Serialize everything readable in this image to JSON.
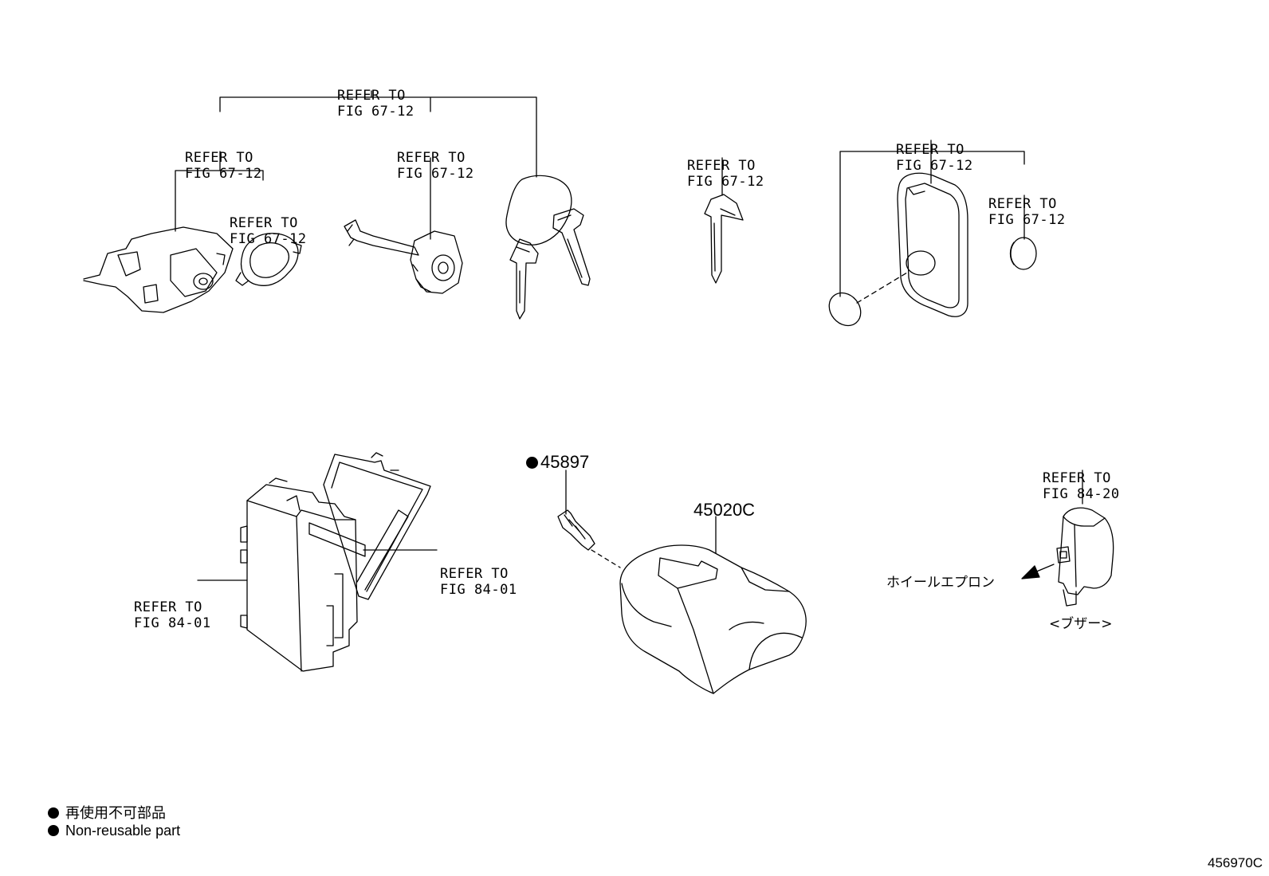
{
  "refs": {
    "r1": [
      "REFER TO",
      "FIG 67-12"
    ],
    "r2": [
      "REFER TO",
      "FIG 67-12"
    ],
    "r3": [
      "REFER TO",
      "FIG 67-12"
    ],
    "r4": [
      "REFER TO",
      "FIG 67-12"
    ],
    "r5": [
      "REFER TO",
      "FIG 67-12"
    ],
    "r6": [
      "REFER TO",
      "FIG 67-12"
    ],
    "r7": [
      "REFER TO",
      "FIG 67-12"
    ],
    "r8": [
      "REFER TO",
      "FIG 84-01"
    ],
    "r9": [
      "REFER TO",
      "FIG 84-01"
    ],
    "r10": [
      "REFER TO",
      "FIG 84-20"
    ]
  },
  "parts": {
    "p1": "45897",
    "p2": "45020C"
  },
  "japanese": {
    "wheel_apron": "ホイールエプロン",
    "buzzer": "<ブザー>"
  },
  "legend": {
    "jp": "再使用不可部品",
    "en": "Non-reusable part"
  },
  "illustration_code": "456970C"
}
